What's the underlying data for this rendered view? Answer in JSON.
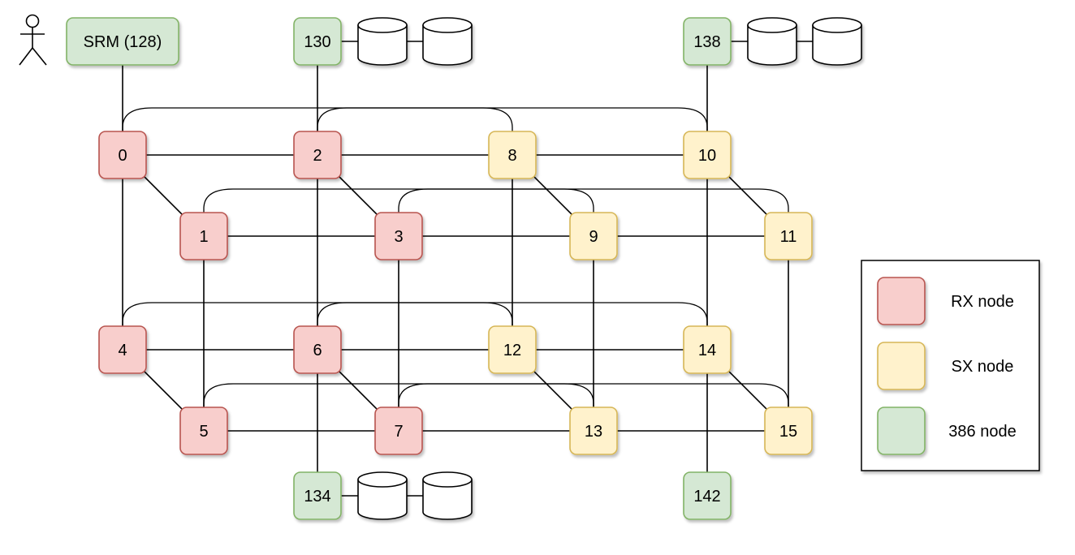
{
  "node_types": {
    "rx": {
      "fill": "#f8cecc",
      "stroke": "#b85450"
    },
    "sx": {
      "fill": "#fff2cc",
      "stroke": "#d6b656"
    },
    "n386": {
      "fill": "#d5e8d4",
      "stroke": "#82b366"
    }
  },
  "nodes": [
    {
      "id": "0",
      "label": "0",
      "type": "rx"
    },
    {
      "id": "1",
      "label": "1",
      "type": "rx"
    },
    {
      "id": "2",
      "label": "2",
      "type": "rx"
    },
    {
      "id": "3",
      "label": "3",
      "type": "rx"
    },
    {
      "id": "4",
      "label": "4",
      "type": "rx"
    },
    {
      "id": "5",
      "label": "5",
      "type": "rx"
    },
    {
      "id": "6",
      "label": "6",
      "type": "rx"
    },
    {
      "id": "7",
      "label": "7",
      "type": "rx"
    },
    {
      "id": "8",
      "label": "8",
      "type": "sx"
    },
    {
      "id": "9",
      "label": "9",
      "type": "sx"
    },
    {
      "id": "10",
      "label": "10",
      "type": "sx"
    },
    {
      "id": "11",
      "label": "11",
      "type": "sx"
    },
    {
      "id": "12",
      "label": "12",
      "type": "sx"
    },
    {
      "id": "13",
      "label": "13",
      "type": "sx"
    },
    {
      "id": "14",
      "label": "14",
      "type": "sx"
    },
    {
      "id": "15",
      "label": "15",
      "type": "sx"
    },
    {
      "id": "srm",
      "label": "SRM (128)",
      "type": "n386"
    },
    {
      "id": "130",
      "label": "130",
      "type": "n386"
    },
    {
      "id": "138",
      "label": "138",
      "type": "n386"
    },
    {
      "id": "134",
      "label": "134",
      "type": "n386"
    },
    {
      "id": "142",
      "label": "142",
      "type": "n386"
    }
  ],
  "edges": [
    [
      "0",
      "2"
    ],
    [
      "2",
      "8"
    ],
    [
      "8",
      "10"
    ],
    [
      "1",
      "3"
    ],
    [
      "3",
      "9"
    ],
    [
      "9",
      "11"
    ],
    [
      "4",
      "6"
    ],
    [
      "6",
      "12"
    ],
    [
      "12",
      "14"
    ],
    [
      "5",
      "7"
    ],
    [
      "7",
      "13"
    ],
    [
      "13",
      "15"
    ],
    [
      "0",
      "1"
    ],
    [
      "2",
      "3"
    ],
    [
      "8",
      "9"
    ],
    [
      "10",
      "11"
    ],
    [
      "4",
      "5"
    ],
    [
      "6",
      "7"
    ],
    [
      "12",
      "13"
    ],
    [
      "14",
      "15"
    ],
    [
      "0",
      "4"
    ],
    [
      "1",
      "5"
    ],
    [
      "2",
      "6"
    ],
    [
      "3",
      "7"
    ],
    [
      "8",
      "12"
    ],
    [
      "9",
      "13"
    ],
    [
      "10",
      "14"
    ],
    [
      "11",
      "15"
    ],
    [
      "srm",
      "0"
    ],
    [
      "130",
      "2"
    ],
    [
      "138",
      "10"
    ],
    [
      "6",
      "134"
    ],
    [
      "14",
      "142"
    ]
  ],
  "hypercube_arcs": [
    [
      "0",
      "8"
    ],
    [
      "2",
      "10"
    ],
    [
      "1",
      "9"
    ],
    [
      "3",
      "11"
    ],
    [
      "4",
      "12"
    ],
    [
      "6",
      "14"
    ],
    [
      "5",
      "13"
    ],
    [
      "7",
      "15"
    ]
  ],
  "disks": [
    {
      "attached_to": "130",
      "count": 2
    },
    {
      "attached_to": "138",
      "count": 2
    },
    {
      "attached_to": "134",
      "count": 2
    }
  ],
  "actor": {
    "name": "user-actor-icon"
  },
  "legend": [
    {
      "type": "rx",
      "label": "RX node"
    },
    {
      "type": "sx",
      "label": "SX node"
    },
    {
      "type": "n386",
      "label": "386 node"
    }
  ]
}
